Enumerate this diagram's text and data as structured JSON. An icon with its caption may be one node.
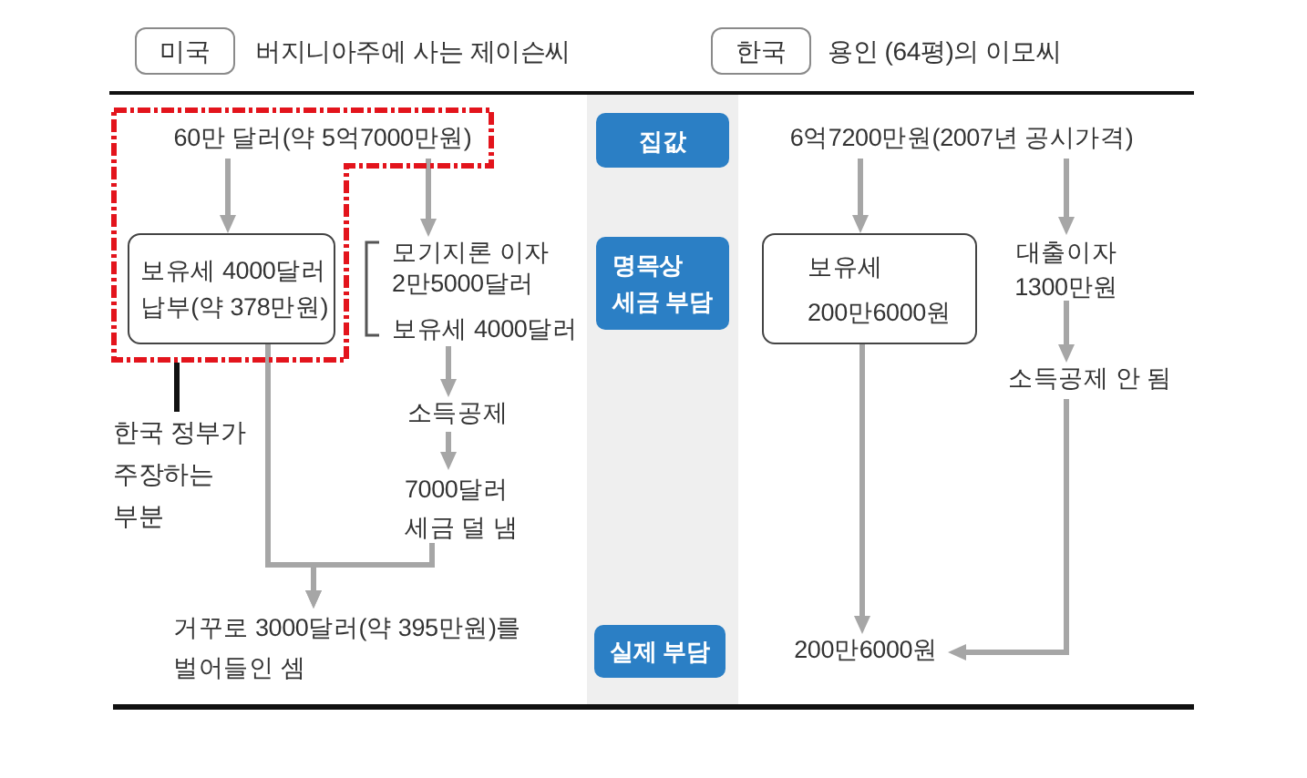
{
  "diagram": {
    "nodes": [
      {
        "text": [
          "미국"
        ],
        "beside": [
          "버지니아주에 사는 제이슨씨"
        ]
      },
      {
        "text": [
          "한국"
        ],
        "beside": [
          "용인 (64평)의 이모씨"
        ]
      },
      {
        "text": [],
        "shape": "box"
      },
      {
        "text": [
          "60만 달러(약 5억7000만원)"
        ],
        "in": 2
      },
      {
        "text": [
          "집값"
        ]
      },
      {
        "text": [
          "6억7200만원(2007년 공시가격)"
        ]
      },
      {
        "text": [
          "보유세 4000달러 납부(약 378만원)"
        ],
        "in": 2
      },
      {
        "text": [
          "모기지론 이자 2만5000달러",
          "보유세 4000달러"
        ]
      },
      {
        "text": [
          "명목상 세금 부담"
        ]
      },
      {
        "text": [
          "보유세 200만6000원"
        ]
      },
      {
        "text": [
          "대출이자 1300만원"
        ]
      },
      {
        "text": [
          "소득공제"
        ]
      },
      {
        "text": [
          "소득공제 안 됨"
        ]
      },
      {
        "text": [
          "7000달러 세금 덜 냄"
        ]
      },
      {
        "text": [
          "한국 정부가 주장하는 부분"
        ]
      },
      {
        "text": [
          "거꾸로 3000달러(약 395만원)를 벌어들인 셈"
        ]
      },
      {
        "text": [
          "실제 부담"
        ]
      },
      {
        "text": [
          "200만6000원"
        ]
      }
    ],
    "edges": [
      {
        "from": 3,
        "to": 6,
        "arrow": "to"
      },
      {
        "from": 3,
        "to": 7,
        "arrow": "to"
      },
      {
        "from": 7,
        "to": 11,
        "arrow": "to"
      },
      {
        "from": 11,
        "to": 13,
        "arrow": "to"
      },
      {
        "from": 6,
        "to": 15,
        "arrow": "to"
      },
      {
        "from": 13,
        "to": 15,
        "arrow": "to"
      },
      {
        "from": 14,
        "to": 2,
        "arrow": "none",
        "color": "#111111"
      },
      {
        "from": 5,
        "to": 9,
        "arrow": "to"
      },
      {
        "from": 5,
        "to": 10,
        "arrow": "to"
      },
      {
        "from": 10,
        "to": 12,
        "arrow": "to"
      },
      {
        "from": 9,
        "to": 17,
        "arrow": "to"
      },
      {
        "from": 12,
        "to": 17,
        "arrow": "to"
      }
    ]
  }
}
